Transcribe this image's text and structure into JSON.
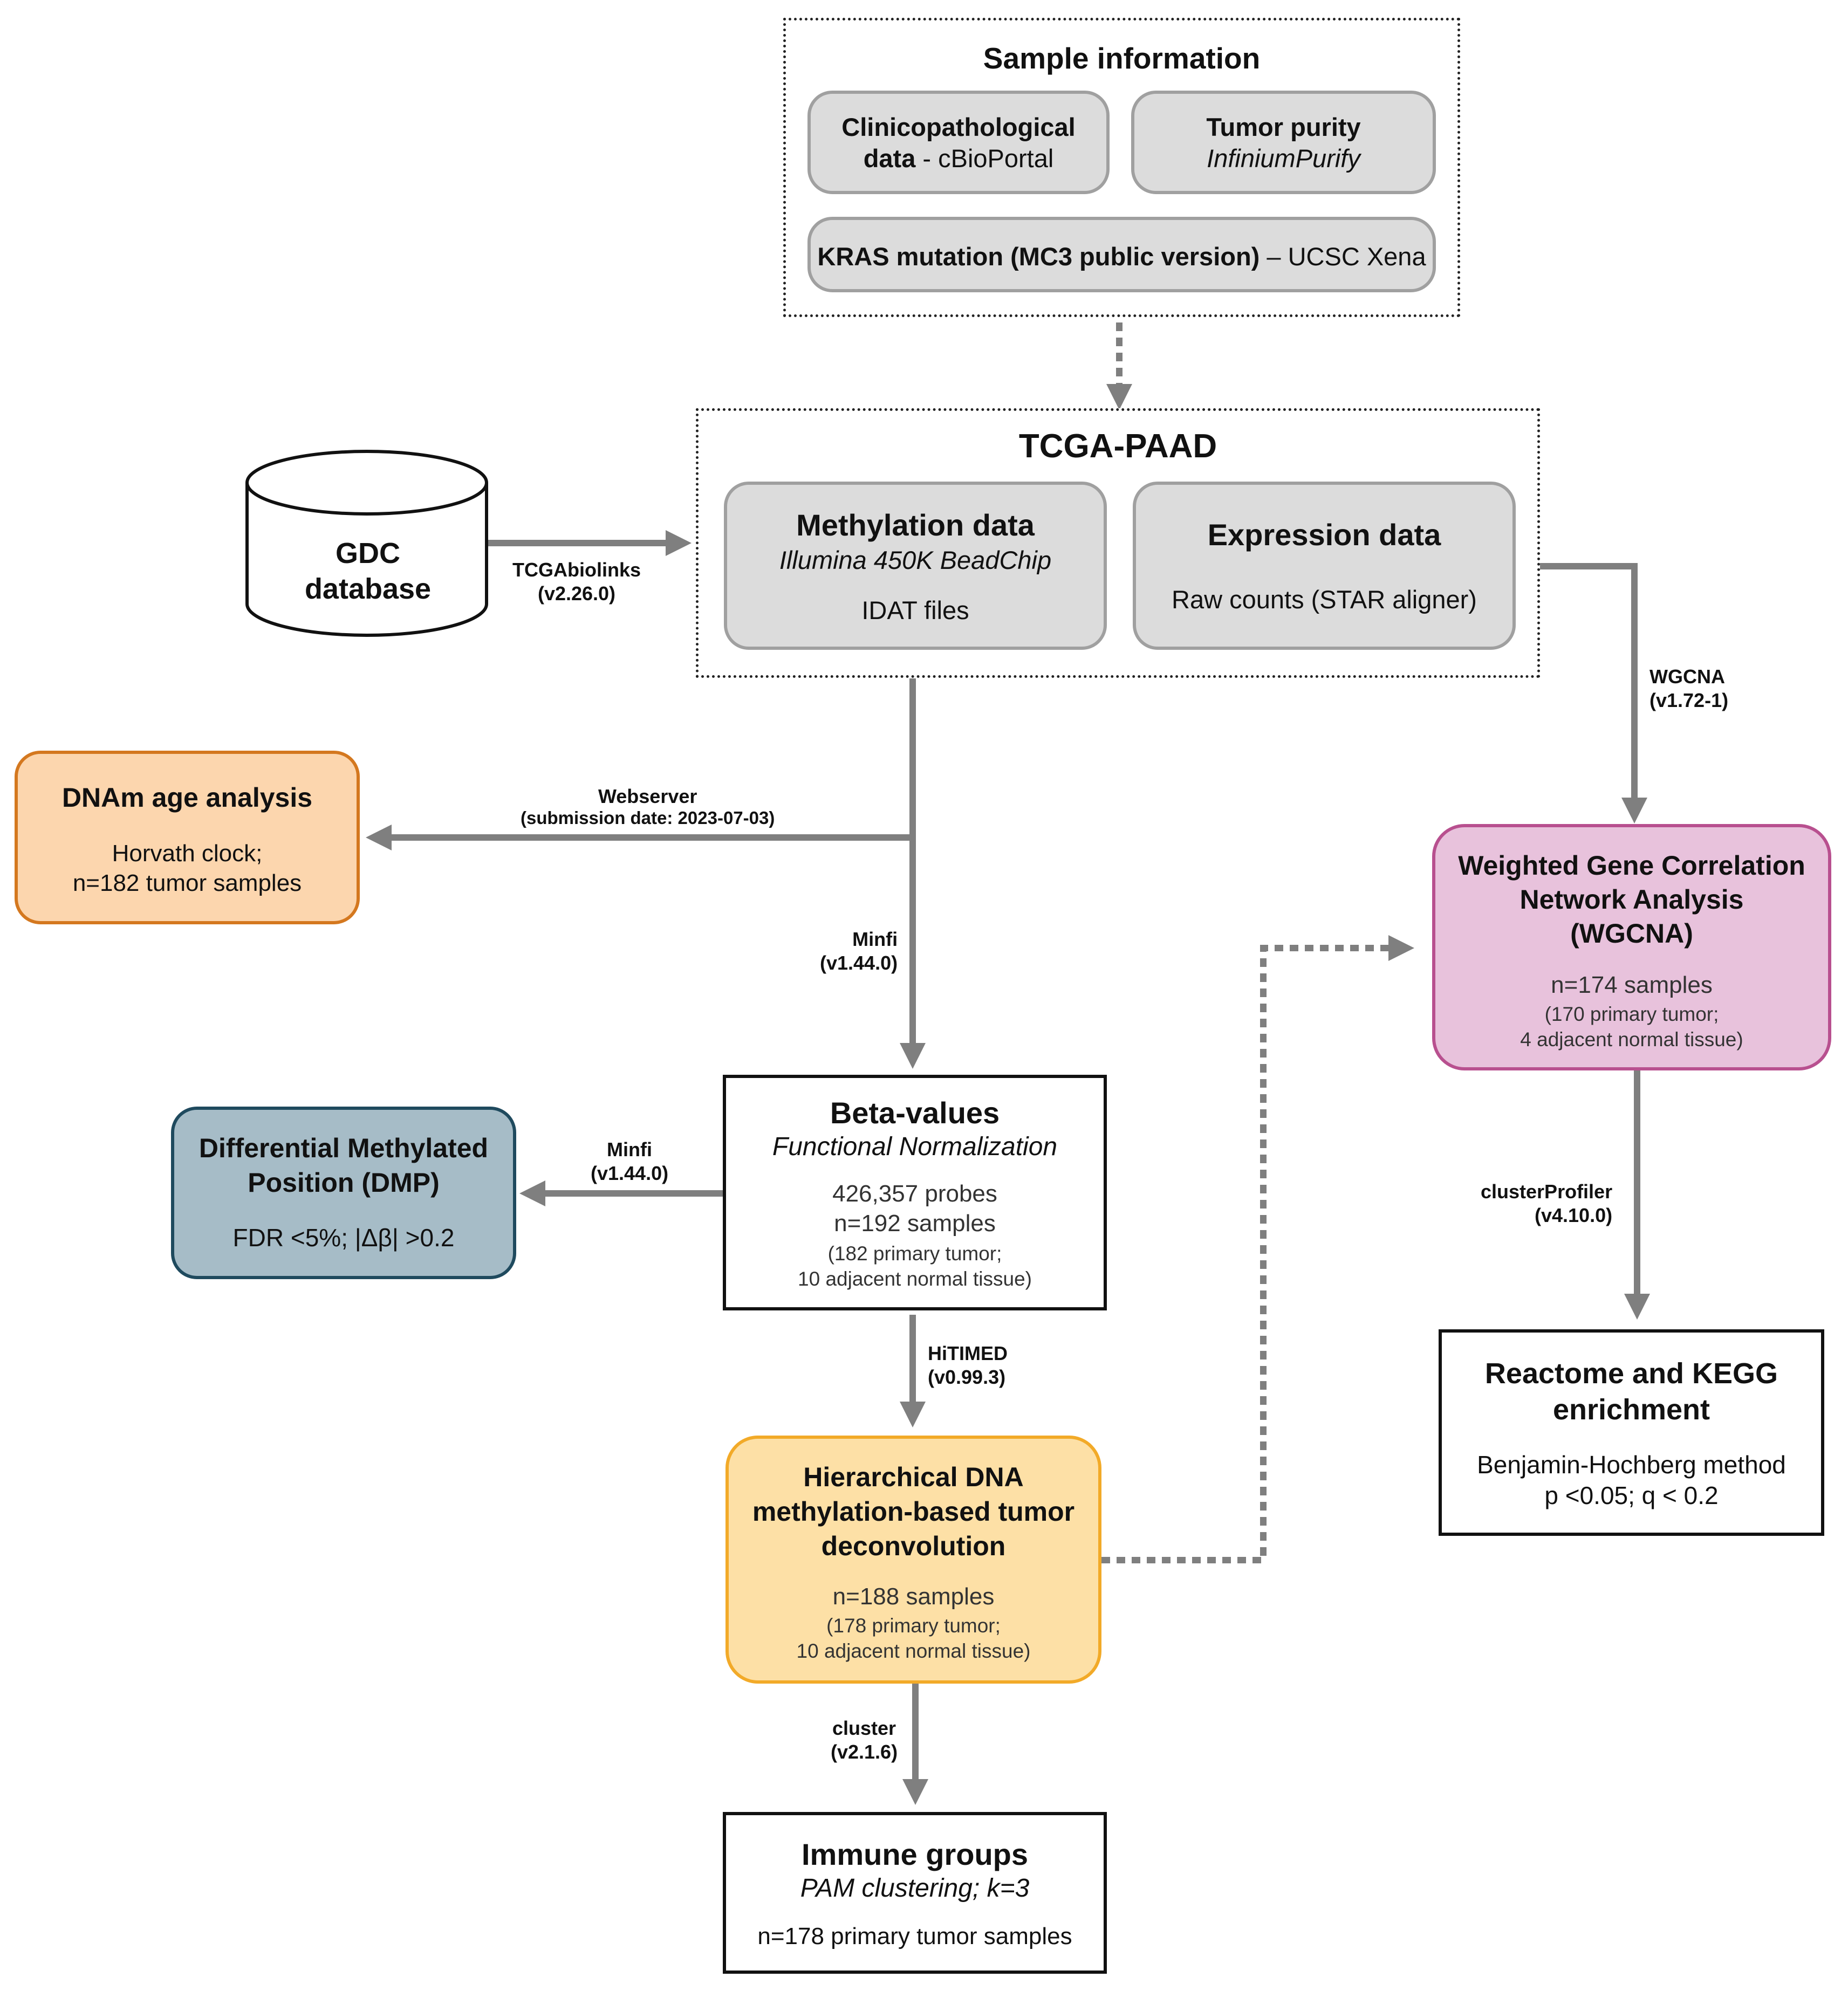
{
  "sample_info": {
    "title": "Sample information",
    "clinico_line1": "Clinicopathological",
    "clinico_line2_bold": "data",
    "clinico_line2_rest": " - cBioPortal",
    "purity_title": "Tumor purity",
    "purity_tool": "InfiniumPurify",
    "kras_bold": "KRAS mutation (MC3 public version)",
    "kras_rest": " – UCSC Xena"
  },
  "tcga": {
    "title": "TCGA-PAAD",
    "methylation_title": "Methylation data",
    "methylation_platform": "Illumina 450K BeadChip",
    "methylation_files": "IDAT files",
    "expression_title": "Expression data",
    "expression_detail": "Raw counts (STAR aligner)"
  },
  "gdc": {
    "line1": "GDC",
    "line2": "database"
  },
  "edge_labels": {
    "tcgabiolinks": [
      "TCGAbiolinks",
      "(v2.26.0)"
    ],
    "webserver": [
      "Webserver",
      "(submission date: 2023-07-03)"
    ],
    "minfi_down": [
      "Minfi",
      "(v1.44.0)"
    ],
    "minfi_left": [
      "Minfi",
      "(v1.44.0)"
    ],
    "wgcna": [
      "WGCNA",
      "(v1.72-1)"
    ],
    "hitimed": [
      "HiTIMED",
      "(v0.99.3)"
    ],
    "clusterprofiler": [
      "clusterProfiler",
      "(v4.10.0)"
    ],
    "cluster": [
      "cluster",
      "(v2.1.6)"
    ]
  },
  "dnam": {
    "title": "DNAm age analysis",
    "line1": "Horvath clock;",
    "line2": "n=182 tumor samples"
  },
  "beta": {
    "title": "Beta-values",
    "method": "Functional Normalization",
    "probes": "426,357 probes",
    "samples": "n=192 samples",
    "detail1": "(182 primary tumor;",
    "detail2": "10 adjacent normal tissue)"
  },
  "dmp": {
    "title1": "Differential Methylated",
    "title2": "Position (DMP)",
    "criteria": "FDR <5%; |Δβ| >0.2"
  },
  "wgcna_box": {
    "title1": "Weighted Gene Correlation",
    "title2": "Network Analysis",
    "title3": "(WGCNA)",
    "samples": "n=174 samples",
    "detail1": "(170 primary tumor;",
    "detail2": "4 adjacent normal tissue)"
  },
  "reactome": {
    "title1": "Reactome and KEGG",
    "title2": "enrichment",
    "method": "Benjamin-Hochberg method",
    "criteria": "p <0.05; q < 0.2"
  },
  "hitimed_box": {
    "title1": "Hierarchical DNA",
    "title2": "methylation-based tumor",
    "title3": "deconvolution",
    "samples": "n=188 samples",
    "detail1": "(178 primary tumor;",
    "detail2": "10 adjacent normal tissue)"
  },
  "immune": {
    "title": "Immune groups",
    "method": "PAM clustering; k=3",
    "samples": "n=178 primary tumor samples"
  },
  "colors": {
    "connector": "#7f7f7f",
    "orange_fill": "#fcd6ae",
    "blue_fill": "#a6bcc7",
    "pink_fill": "#e8c2dc",
    "yellow_fill": "#fde0a6",
    "grey_fill": "#dcdcdc"
  }
}
